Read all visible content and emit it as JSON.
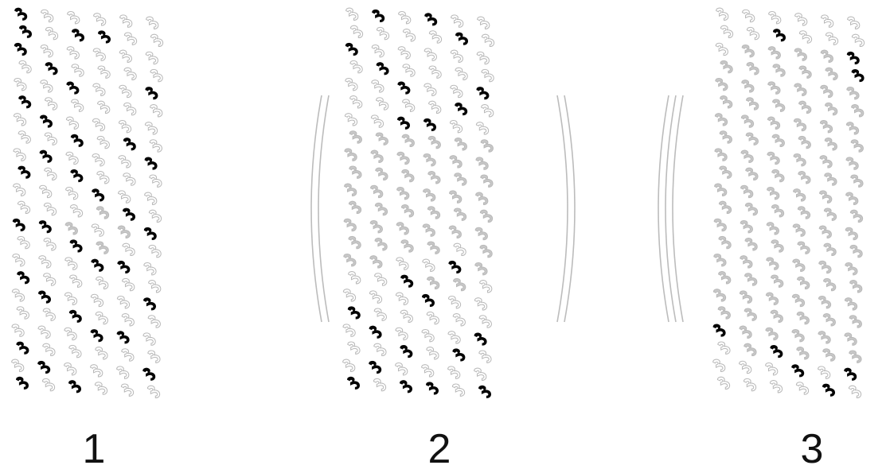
{
  "figure": {
    "colors": {
      "dark": "#050505",
      "light": "#c8c8c8",
      "empty_fill": "#ffffff",
      "outline": "#b9b9b9",
      "arc": "#bcbcbc",
      "label": "#111111"
    },
    "grid": {
      "cols": 6,
      "rows": 22
    },
    "panels": [
      {
        "label": "1",
        "arc_lines": 0,
        "dark": [
          [
            0,
            0
          ],
          [
            2,
            1
          ],
          [
            3,
            1
          ],
          [
            0,
            1
          ],
          [
            0,
            2
          ],
          [
            1,
            3
          ],
          [
            2,
            4
          ],
          [
            5,
            4
          ],
          [
            0,
            5
          ],
          [
            1,
            6
          ],
          [
            2,
            7
          ],
          [
            4,
            7
          ],
          [
            5,
            8
          ],
          [
            1,
            8
          ],
          [
            0,
            9
          ],
          [
            2,
            9
          ],
          [
            3,
            10
          ],
          [
            4,
            11
          ],
          [
            1,
            12
          ],
          [
            0,
            12
          ],
          [
            5,
            12
          ],
          [
            2,
            13
          ],
          [
            3,
            14
          ],
          [
            4,
            14
          ],
          [
            0,
            15
          ],
          [
            1,
            16
          ],
          [
            5,
            16
          ],
          [
            2,
            17
          ],
          [
            4,
            18
          ],
          [
            3,
            18
          ],
          [
            0,
            19
          ],
          [
            1,
            20
          ],
          [
            5,
            20
          ],
          [
            0,
            21
          ],
          [
            2,
            21
          ]
        ],
        "light": [
          [
            3,
            11
          ],
          [
            4,
            12
          ],
          [
            2,
            12
          ],
          [
            3,
            13
          ]
        ]
      },
      {
        "label": "2",
        "arc_lines": 2,
        "dark": [
          [
            1,
            0
          ],
          [
            3,
            0
          ],
          [
            4,
            1
          ],
          [
            0,
            2
          ],
          [
            1,
            3
          ],
          [
            2,
            4
          ],
          [
            5,
            4
          ],
          [
            4,
            5
          ],
          [
            2,
            6
          ],
          [
            3,
            6
          ],
          [
            4,
            14
          ],
          [
            2,
            15
          ],
          [
            3,
            16
          ],
          [
            0,
            17
          ],
          [
            1,
            18
          ],
          [
            2,
            19
          ],
          [
            4,
            19
          ],
          [
            5,
            18
          ],
          [
            1,
            20
          ],
          [
            0,
            21
          ],
          [
            2,
            21
          ],
          [
            3,
            21
          ],
          [
            5,
            21
          ]
        ],
        "light": [
          [
            0,
            7
          ],
          [
            1,
            7
          ],
          [
            2,
            7
          ],
          [
            3,
            7
          ],
          [
            4,
            7
          ],
          [
            5,
            7
          ],
          [
            0,
            8
          ],
          [
            1,
            8
          ],
          [
            2,
            8
          ],
          [
            3,
            8
          ],
          [
            4,
            8
          ],
          [
            5,
            8
          ],
          [
            0,
            9
          ],
          [
            1,
            9
          ],
          [
            2,
            9
          ],
          [
            3,
            9
          ],
          [
            4,
            9
          ],
          [
            5,
            9
          ],
          [
            0,
            10
          ],
          [
            1,
            10
          ],
          [
            2,
            10
          ],
          [
            3,
            10
          ],
          [
            4,
            10
          ],
          [
            5,
            10
          ],
          [
            0,
            11
          ],
          [
            1,
            11
          ],
          [
            2,
            11
          ],
          [
            3,
            11
          ],
          [
            4,
            11
          ],
          [
            5,
            11
          ],
          [
            0,
            12
          ],
          [
            1,
            12
          ],
          [
            2,
            12
          ],
          [
            3,
            12
          ],
          [
            4,
            12
          ],
          [
            5,
            12
          ],
          [
            0,
            13
          ],
          [
            1,
            13
          ],
          [
            2,
            13
          ],
          [
            3,
            13
          ],
          [
            5,
            13
          ],
          [
            0,
            14
          ],
          [
            1,
            14
          ],
          [
            5,
            14
          ],
          [
            3,
            15
          ],
          [
            4,
            15
          ]
        ]
      },
      {
        "label": "3",
        "arc_lines": 3,
        "dark": [
          [
            2,
            1
          ],
          [
            5,
            3
          ],
          [
            5,
            2
          ],
          [
            0,
            18
          ],
          [
            2,
            19
          ],
          [
            3,
            20
          ],
          [
            4,
            21
          ],
          [
            5,
            20
          ]
        ],
        "light": [
          [
            1,
            2
          ],
          [
            2,
            2
          ],
          [
            3,
            2
          ],
          [
            4,
            2
          ],
          [
            0,
            3
          ],
          [
            1,
            3
          ],
          [
            2,
            3
          ],
          [
            3,
            3
          ],
          [
            4,
            3
          ],
          [
            0,
            4
          ],
          [
            1,
            4
          ],
          [
            2,
            4
          ],
          [
            3,
            4
          ],
          [
            4,
            4
          ],
          [
            5,
            4
          ],
          [
            0,
            5
          ],
          [
            1,
            5
          ],
          [
            2,
            5
          ],
          [
            3,
            5
          ],
          [
            4,
            5
          ],
          [
            5,
            5
          ],
          [
            0,
            6
          ],
          [
            1,
            6
          ],
          [
            2,
            6
          ],
          [
            3,
            6
          ],
          [
            4,
            6
          ],
          [
            5,
            6
          ],
          [
            0,
            7
          ],
          [
            1,
            7
          ],
          [
            2,
            7
          ],
          [
            3,
            7
          ],
          [
            4,
            7
          ],
          [
            5,
            7
          ],
          [
            0,
            8
          ],
          [
            1,
            8
          ],
          [
            2,
            8
          ],
          [
            3,
            8
          ],
          [
            4,
            8
          ],
          [
            5,
            8
          ],
          [
            0,
            9
          ],
          [
            1,
            9
          ],
          [
            2,
            9
          ],
          [
            3,
            9
          ],
          [
            4,
            9
          ],
          [
            5,
            9
          ],
          [
            0,
            10
          ],
          [
            1,
            10
          ],
          [
            2,
            10
          ],
          [
            3,
            10
          ],
          [
            4,
            10
          ],
          [
            5,
            10
          ],
          [
            0,
            11
          ],
          [
            1,
            11
          ],
          [
            2,
            11
          ],
          [
            3,
            11
          ],
          [
            4,
            11
          ],
          [
            5,
            11
          ],
          [
            0,
            12
          ],
          [
            1,
            12
          ],
          [
            2,
            12
          ],
          [
            3,
            12
          ],
          [
            4,
            12
          ],
          [
            5,
            12
          ],
          [
            0,
            13
          ],
          [
            1,
            13
          ],
          [
            2,
            13
          ],
          [
            3,
            13
          ],
          [
            4,
            13
          ],
          [
            5,
            13
          ],
          [
            0,
            14
          ],
          [
            1,
            14
          ],
          [
            2,
            14
          ],
          [
            3,
            14
          ],
          [
            4,
            14
          ],
          [
            5,
            14
          ],
          [
            0,
            15
          ],
          [
            1,
            15
          ],
          [
            2,
            15
          ],
          [
            3,
            15
          ],
          [
            4,
            15
          ],
          [
            5,
            15
          ],
          [
            0,
            16
          ],
          [
            1,
            16
          ],
          [
            2,
            16
          ],
          [
            3,
            16
          ],
          [
            4,
            16
          ],
          [
            5,
            16
          ],
          [
            0,
            17
          ],
          [
            1,
            17
          ],
          [
            2,
            17
          ],
          [
            3,
            17
          ],
          [
            4,
            17
          ],
          [
            5,
            17
          ],
          [
            1,
            18
          ],
          [
            2,
            18
          ],
          [
            3,
            18
          ],
          [
            4,
            18
          ],
          [
            5,
            18
          ],
          [
            1,
            19
          ],
          [
            3,
            19
          ],
          [
            4,
            19
          ],
          [
            5,
            19
          ]
        ]
      }
    ]
  }
}
